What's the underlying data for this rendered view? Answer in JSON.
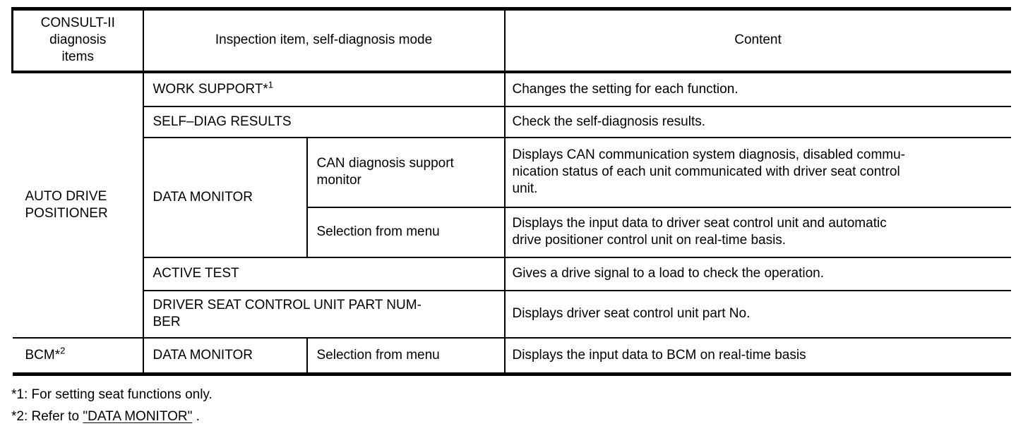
{
  "colors": {
    "ink": "#000000",
    "background": "#ffffff"
  },
  "table": {
    "header": {
      "col1": "CONSULT-II\ndiagnosis\nitems",
      "col2": "Inspection item, self-diagnosis mode",
      "col3": "Content"
    },
    "group1": {
      "label": "AUTO DRIVE\nPOSITIONER",
      "work_support": {
        "label": "WORK SUPPORT*",
        "sup": "1",
        "content": "Changes the setting for each function."
      },
      "self_diag": {
        "label": "SELF–DIAG RESULTS",
        "content": "Check the self-diagnosis results."
      },
      "data_monitor": {
        "label": "DATA MONITOR",
        "can": {
          "label": "CAN diagnosis support\nmonitor",
          "content": "Displays CAN communication system diagnosis, disabled commu-\nnication status of each unit communicated with driver seat control\nunit."
        },
        "menu": {
          "label": "Selection from menu",
          "content": "Displays the input data to driver seat control unit and automatic\ndrive positioner control unit on real-time basis."
        }
      },
      "active_test": {
        "label": "ACTIVE TEST",
        "content": "Gives a drive signal to a load to check the operation."
      },
      "part_number": {
        "label": "DRIVER SEAT CONTROL UNIT PART NUM-\nBER",
        "content": "Displays driver seat control unit part No."
      }
    },
    "group2": {
      "label": "BCM*",
      "sup": "2",
      "inspection": "DATA MONITOR",
      "mode": "Selection from menu",
      "content": "Displays the input data to BCM on real-time basis"
    }
  },
  "footnotes": {
    "note1": "*1: For setting seat functions only.",
    "note2_prefix": "*2: Refer to ",
    "note2_link": "\"DATA MONITOR\"",
    "note2_suffix": " ."
  }
}
